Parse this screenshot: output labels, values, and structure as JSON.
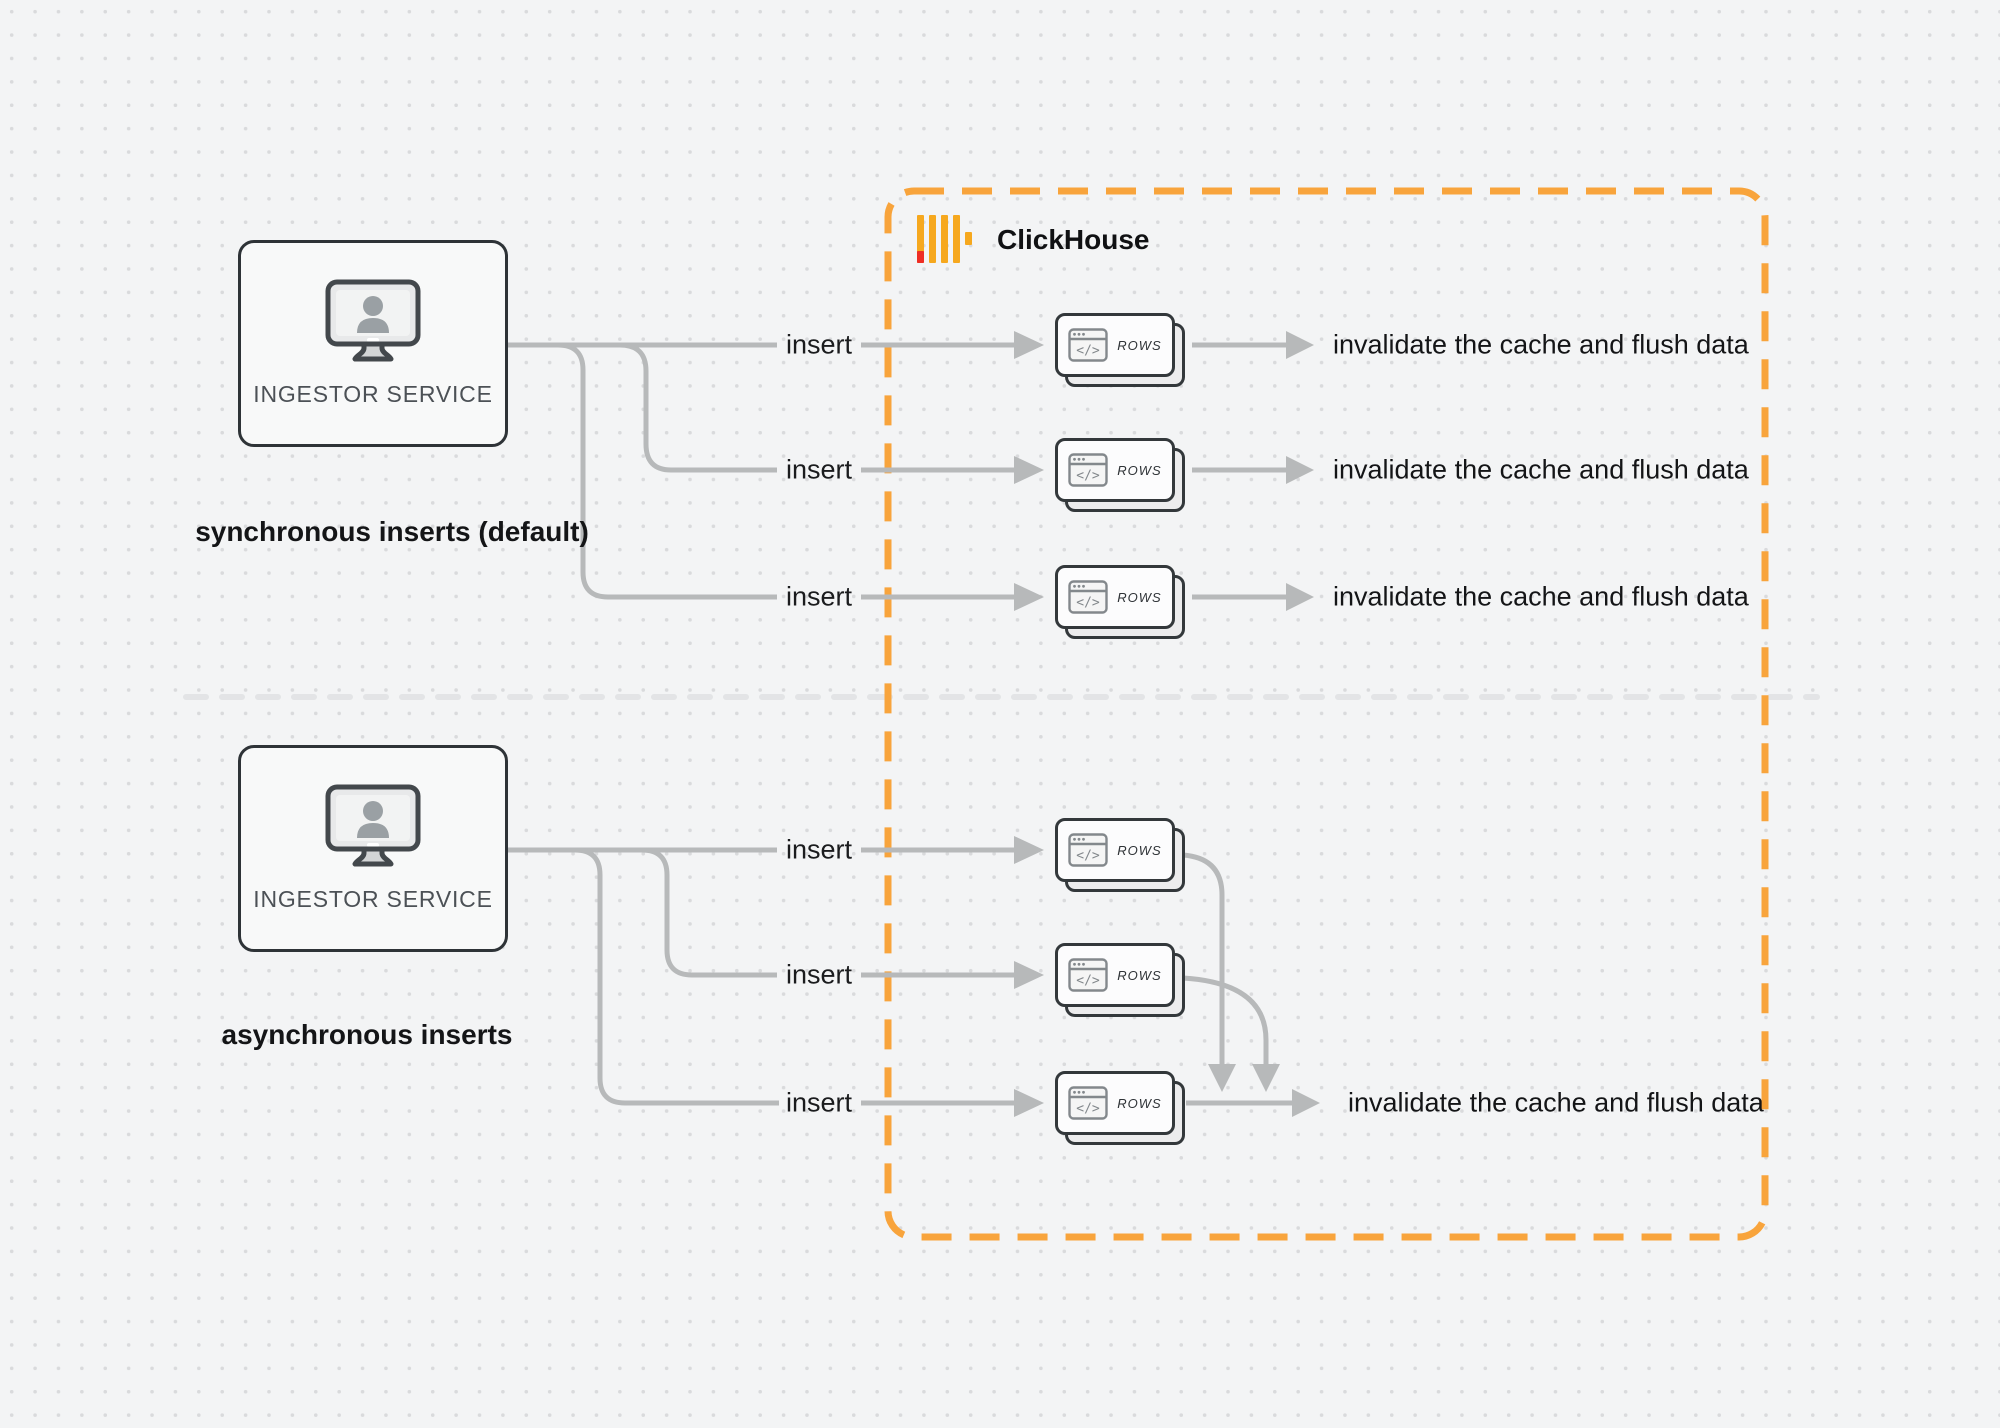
{
  "diagram": {
    "clickhouse": {
      "label": "ClickHouse"
    },
    "nodes": {
      "ingestor_label": "INGESTOR SERVICE",
      "rows_label": "ROWS",
      "code_glyph": "</>"
    },
    "sections": {
      "sync": {
        "label": "synchronous inserts (default)",
        "insert_count": 3
      },
      "async": {
        "label": "asynchronous inserts",
        "insert_count": 3
      }
    },
    "labels": {
      "insert": "insert",
      "invalidate": "invalidate the cache and flush data"
    },
    "icons": {
      "clickhouse-logo-icon": "four amber bars with red base segment and short bar",
      "monitor-user-icon": "desktop monitor with person silhouette",
      "code-window-icon": "browser window with code tag"
    },
    "colors": {
      "boundary_orange": "#F8A43C",
      "logo_yellow": "#F6A81E",
      "logo_red": "#EE2D24",
      "wire_gray": "#B7B9BA",
      "node_border": "#2E3337",
      "background": "#F3F4F5"
    }
  }
}
